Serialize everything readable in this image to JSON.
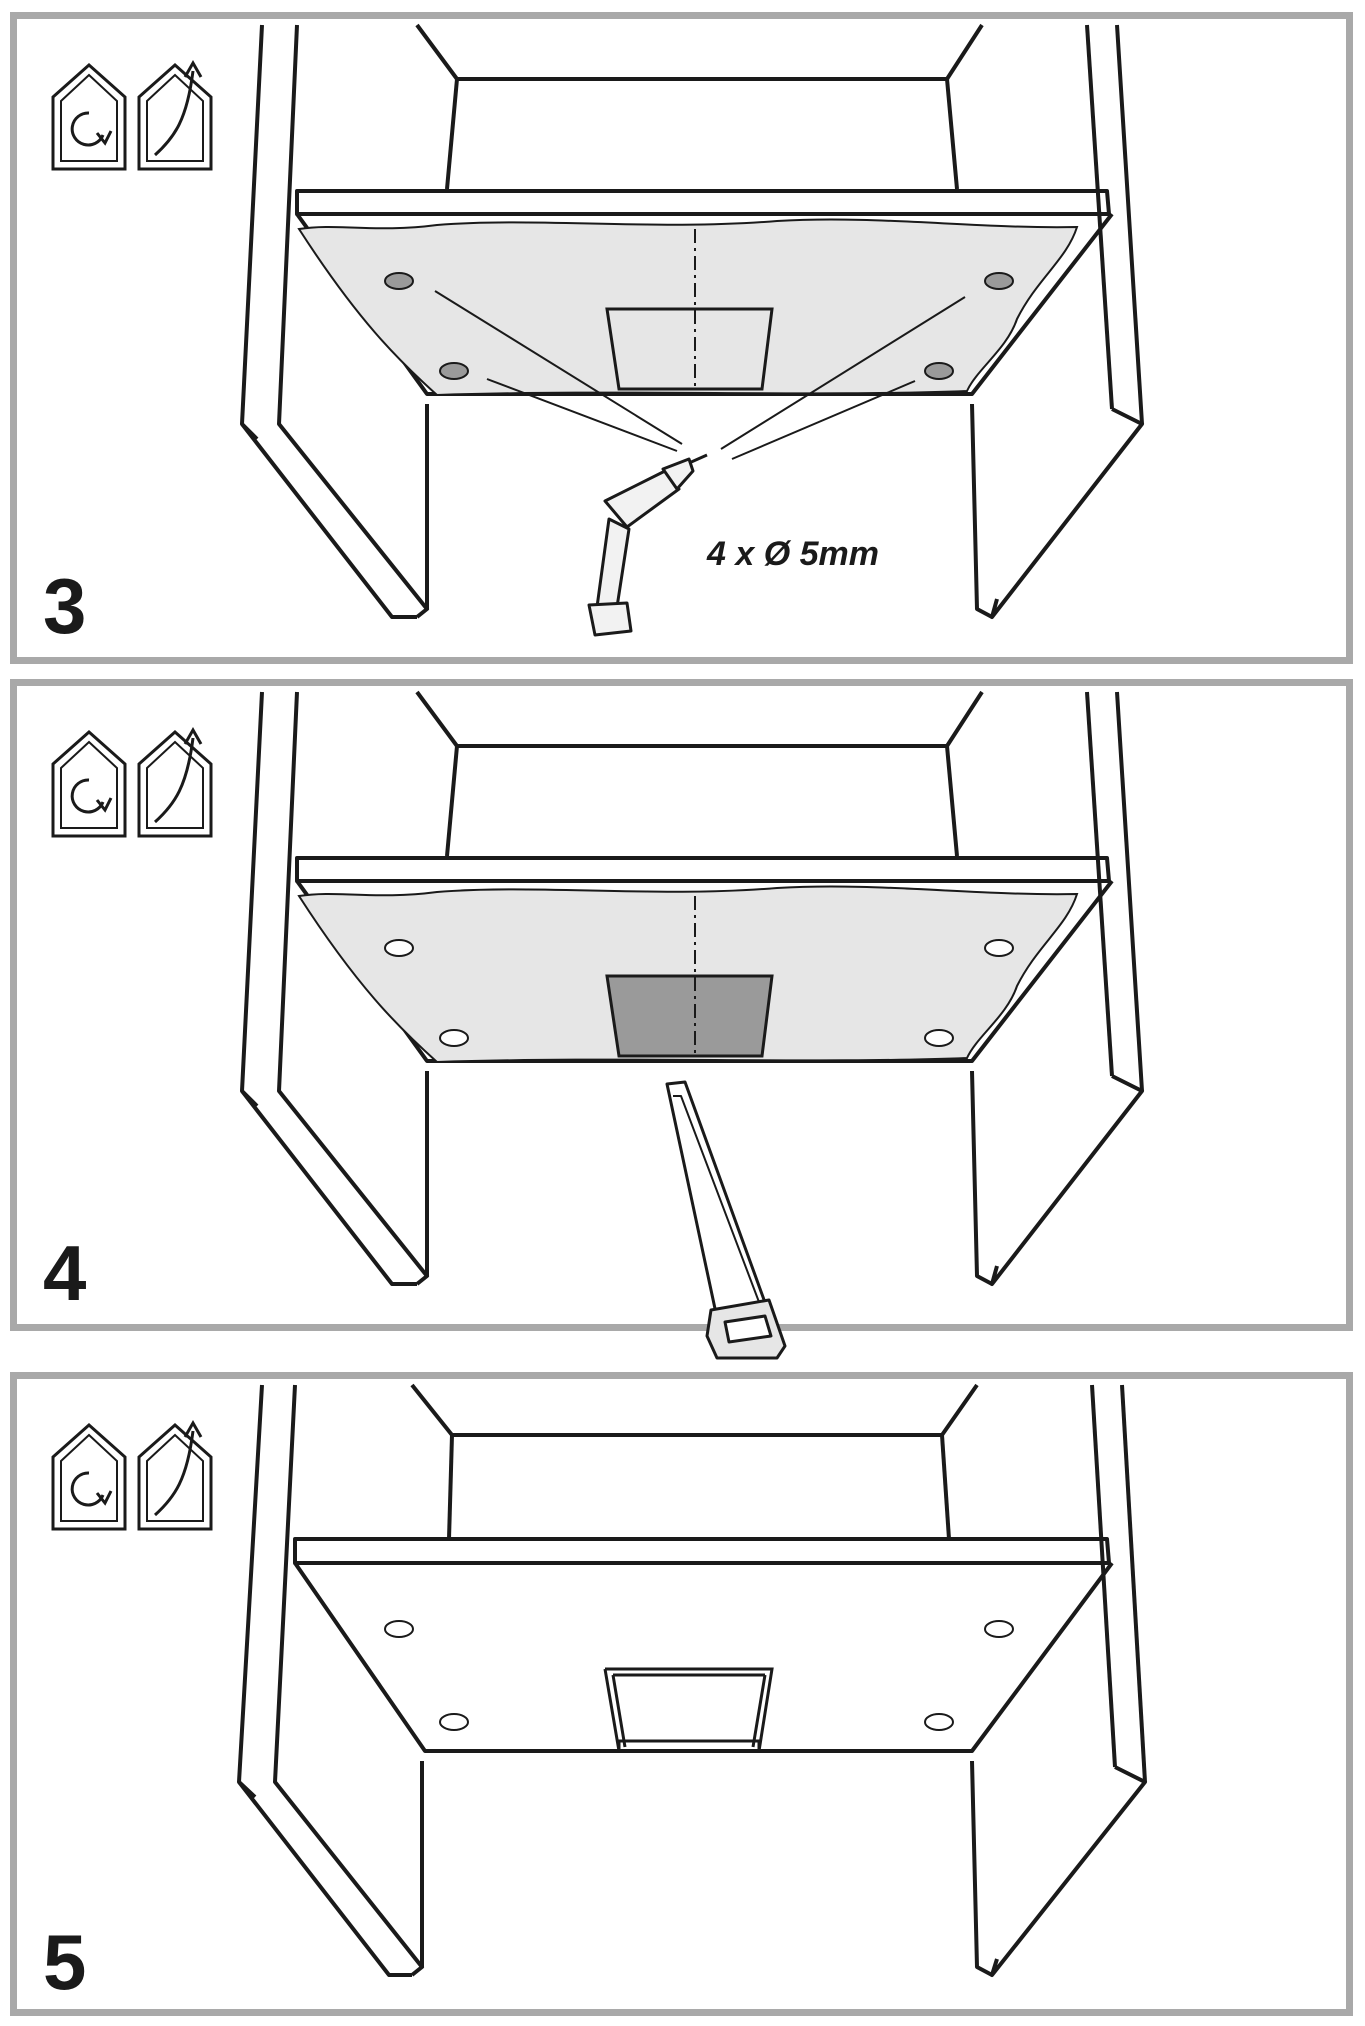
{
  "steps": [
    {
      "number": "3",
      "icons": [
        "recirculation-mode-icon",
        "extraction-mode-icon"
      ],
      "note": "4 x Ø 5mm",
      "tool": "drill-icon"
    },
    {
      "number": "4",
      "icons": [
        "recirculation-mode-icon",
        "extraction-mode-icon"
      ],
      "tool": "saw-icon"
    },
    {
      "number": "5",
      "icons": [
        "recirculation-mode-icon",
        "extraction-mode-icon"
      ]
    }
  ],
  "colors": {
    "frame": "#a9a9a9",
    "line": "#1a1a1a",
    "template": "#e6e6e6",
    "cutout": "#9a9a9a"
  }
}
